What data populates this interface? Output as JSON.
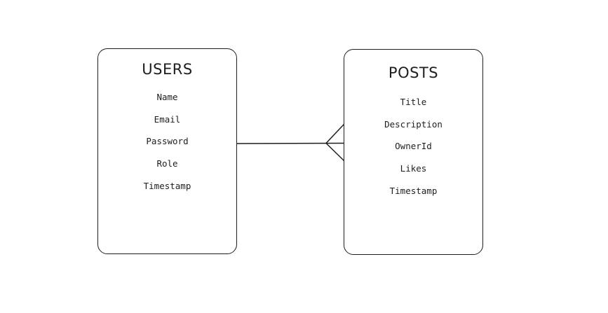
{
  "entities": {
    "users": {
      "title": "USERS",
      "fields": [
        "Name",
        "Email",
        "Password",
        "Role",
        "Timestamp"
      ]
    },
    "posts": {
      "title": "POSTS",
      "fields": [
        "Title",
        "Description",
        "OwnerId",
        "Likes",
        "Timestamp"
      ]
    }
  },
  "relationship": {
    "from": "USERS",
    "to": "POSTS",
    "cardinality": "one-to-many",
    "notation": "crows-foot"
  },
  "colors": {
    "stroke": "#1e1e1e",
    "background": "#ffffff"
  }
}
